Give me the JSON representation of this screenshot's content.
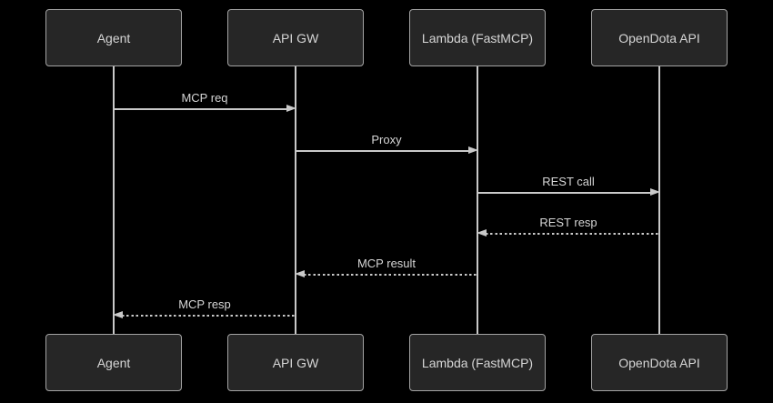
{
  "diagram": {
    "type": "sequence-diagram",
    "colors": {
      "background": "#000000",
      "node_fill": "#262626",
      "node_border": "#a3a3a3",
      "line": "#c9c9c9",
      "text": "#d6d6d6"
    },
    "actors": [
      {
        "id": "agent",
        "label": "Agent"
      },
      {
        "id": "api-gw",
        "label": "API GW"
      },
      {
        "id": "lambda",
        "label": "Lambda (FastMCP)"
      },
      {
        "id": "opendota",
        "label": "OpenDota API"
      }
    ],
    "messages": [
      {
        "label": "MCP req",
        "from": "Agent",
        "to": "API GW",
        "line": "solid",
        "direction": "right"
      },
      {
        "label": "Proxy",
        "from": "API GW",
        "to": "Lambda (FastMCP)",
        "line": "solid",
        "direction": "right"
      },
      {
        "label": "REST call",
        "from": "Lambda (FastMCP)",
        "to": "OpenDota API",
        "line": "solid",
        "direction": "right"
      },
      {
        "label": "REST resp",
        "from": "OpenDota API",
        "to": "Lambda (FastMCP)",
        "line": "dashed",
        "direction": "left"
      },
      {
        "label": "MCP result",
        "from": "Lambda (FastMCP)",
        "to": "API GW",
        "line": "dashed",
        "direction": "left"
      },
      {
        "label": "MCP resp",
        "from": "API GW",
        "to": "Agent",
        "line": "dashed",
        "direction": "left"
      }
    ]
  }
}
